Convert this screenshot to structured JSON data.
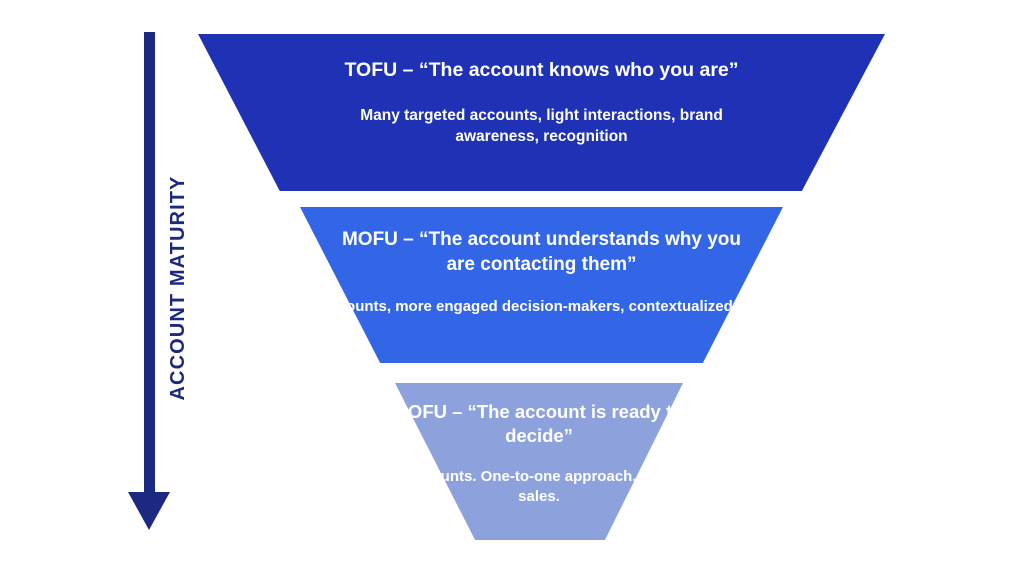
{
  "axis": {
    "label": "ACCOUNT MATURITY",
    "direction": "down",
    "color": "#1b2a80"
  },
  "funnel": {
    "type": "inverted-funnel",
    "stages": [
      {
        "key": "tofu",
        "title": "TOFU – “The account knows who you are”",
        "description": "Many targeted accounts, light interactions, brand awareness, recognition",
        "color": "#1f32b5"
      },
      {
        "key": "mofu",
        "title": "MOFU – “The account understands why you are contacting them”",
        "description": "Fewer accounts, more engaged decision-makers, contextualized messages",
        "color": "#3366e6"
      },
      {
        "key": "bofu",
        "title": "BOFU – “The account is ready to decide”",
        "description": "Few accounts. One-to-one approach. Strategic sales.",
        "color": "#8da2dd"
      }
    ]
  }
}
